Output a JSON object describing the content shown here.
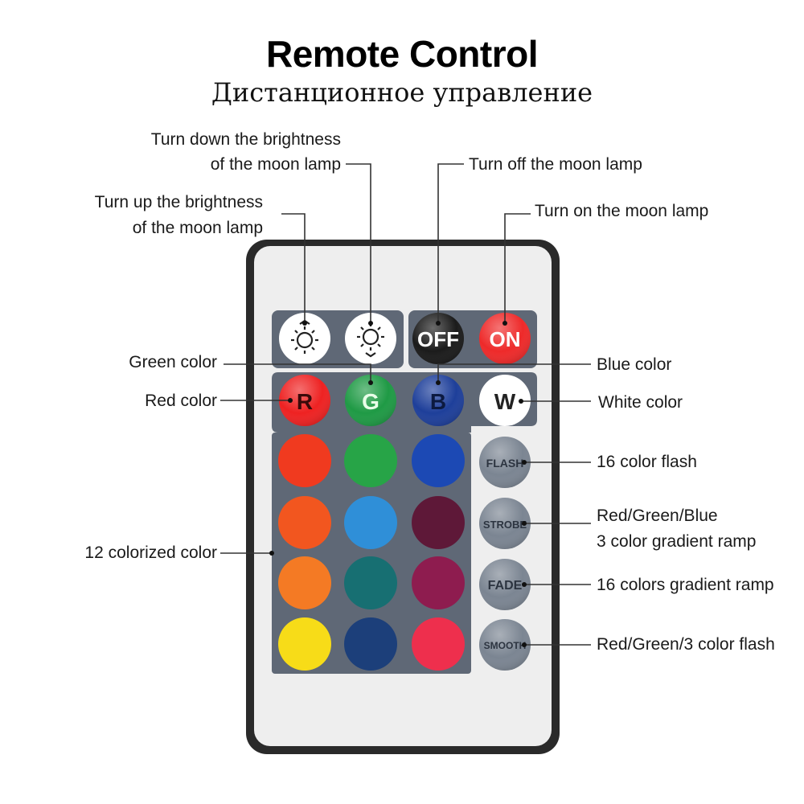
{
  "header": {
    "title": "Remote Control",
    "subtitle": "Дистанционное управление"
  },
  "buttons": {
    "off": "OFF",
    "on": "ON",
    "red": "R",
    "green": "G",
    "blue": "B",
    "white": "W",
    "flash": "FLASH",
    "strobe": "STROBE",
    "fade": "FADE",
    "smooth": "SMOOTH"
  },
  "labels": {
    "brightness_down_line1": "Turn down the brightness",
    "brightness_down_line2": "of the moon lamp",
    "brightness_up_line1": "Turn up the brightness",
    "brightness_up_line2": "of the moon lamp",
    "turn_off": "Turn off the moon lamp",
    "turn_on": "Turn on the moon lamp",
    "green_color": "Green color",
    "blue_color": "Blue color",
    "red_color": "Red color",
    "white_color": "White color",
    "colorized": "12 colorized color",
    "flash": "16 color flash",
    "strobe_line1": "Red/Green/Blue",
    "strobe_line2": "3 color gradient ramp",
    "fade": "16 colors gradient ramp",
    "smooth": "Red/Green/3 color flash"
  },
  "colors": {
    "remote_frame": "#2a2a2a",
    "remote_body": "#eeeeee",
    "panel": "#5f6876",
    "red": "#ee2222",
    "green": "#1f9a45",
    "blue": "#1e3f9a",
    "white": "#ffffff",
    "mode_button": "#7b8592",
    "grid": [
      "#f03a1f",
      "#27a447",
      "#1c49b4",
      "#f2561f",
      "#2f8fd8",
      "#5e1838",
      "#f47a24",
      "#176f72",
      "#8e1c4f",
      "#f7dc18",
      "#1c3f7a",
      "#ee2f4d"
    ]
  }
}
